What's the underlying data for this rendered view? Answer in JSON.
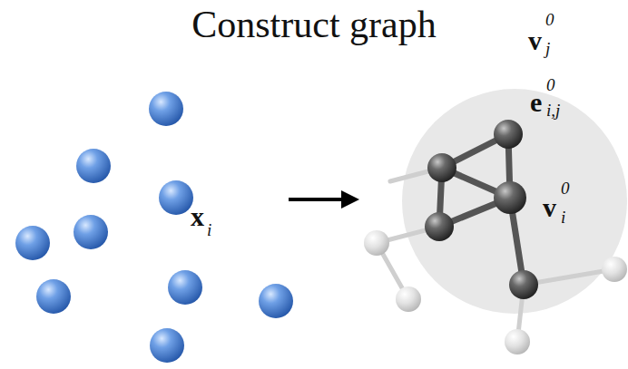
{
  "diagram": {
    "title": "Construct graph",
    "labels": [
      "x",
      "i",
      "v",
      "j",
      "0",
      "e",
      "i,j",
      "0",
      "v",
      "i",
      "0"
    ]
  }
}
